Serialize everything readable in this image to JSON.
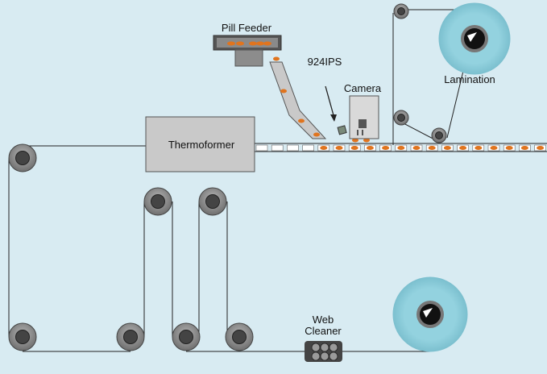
{
  "labels": {
    "pill_feeder": "Pill Feeder",
    "sensor": "924IPS",
    "camera": "Camera",
    "lamination": "Lamination",
    "thermoformer": "Thermoformer",
    "web_cleaner_line1": "Web",
    "web_cleaner_line2": "Cleaner"
  },
  "colors": {
    "background": "#d8ebf2",
    "pill": "#e0741e",
    "roll": "#8fcfdc",
    "roller_outer": "#7a7a7a",
    "box": "#c9c9c9"
  }
}
